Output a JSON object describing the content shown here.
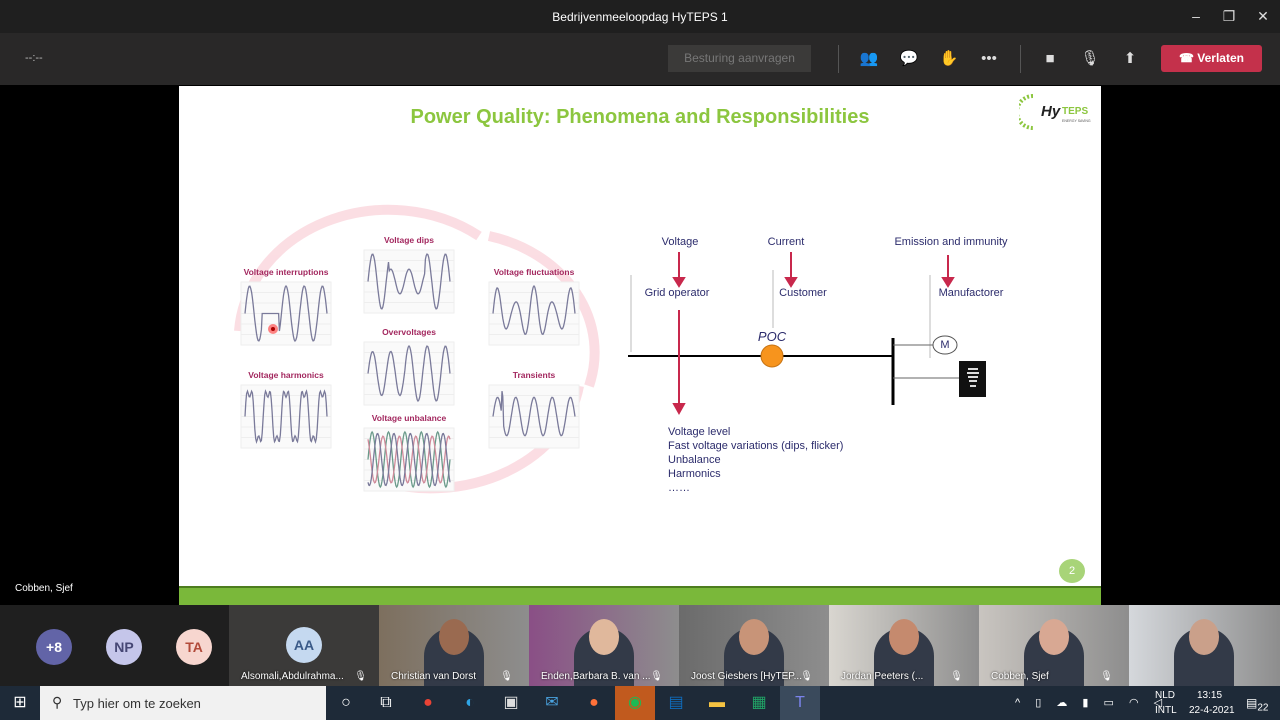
{
  "window": {
    "title": "Bedrijvenmeeloopdag HyTEPS 1",
    "minimize": "–",
    "maximize": "❐",
    "close": "✕"
  },
  "toolbar": {
    "timer": "--:--",
    "request_control": "Besturing aanvragen",
    "leave": "Verlaten",
    "accent": "#c4314b"
  },
  "slide": {
    "title": "Power Quality: Phenomena and Responsibilities",
    "logo": "HyTEPS",
    "logo_sub": "ENERGY SAVING POWER QUALITY",
    "page": "2",
    "waveforms": [
      {
        "label": "Voltage interruptions"
      },
      {
        "label": "Voltage harmonics"
      },
      {
        "label": "Voltage dips"
      },
      {
        "label": "Overvoltages"
      },
      {
        "label": "Voltage unbalance"
      },
      {
        "label": "Voltage fluctuations"
      },
      {
        "label": "Transients"
      }
    ],
    "diagram": {
      "voltage": "Voltage",
      "current": "Current",
      "emission": "Emission and immunity",
      "grid_operator": "Grid operator",
      "customer": "Customer",
      "manufacturer": "Manufactorer",
      "poc": "POC",
      "motor": "M",
      "items": [
        "Voltage level",
        "Fast voltage variations  (dips, flicker)",
        "Unbalance",
        "Harmonics",
        "……"
      ]
    }
  },
  "presenter": "Cobben, Sjef",
  "participants": {
    "avatars": [
      {
        "initials": "+8",
        "color": "#6264a7"
      },
      {
        "initials": "NP",
        "color": "#c5c6ea"
      },
      {
        "initials": "TA",
        "color": "#f7d6cf"
      }
    ],
    "aa": {
      "initials": "AA",
      "name": "Alsomali,Abdulrahma..."
    },
    "videos": [
      {
        "name": "Christian van Dorst"
      },
      {
        "name": "Enden,Barbara B. van ..."
      },
      {
        "name": "Joost Giesbers [HyTEP..."
      },
      {
        "name": "Jordan Peeters (..."
      },
      {
        "name": "Cobben, Sjef"
      },
      {
        "name": ""
      }
    ]
  },
  "taskbar": {
    "search_placeholder": "Typ hier om te zoeken",
    "lang1": "NLD",
    "lang2": "INTL",
    "time": "13:15",
    "date": "22-4-2021",
    "notifications": "22"
  }
}
